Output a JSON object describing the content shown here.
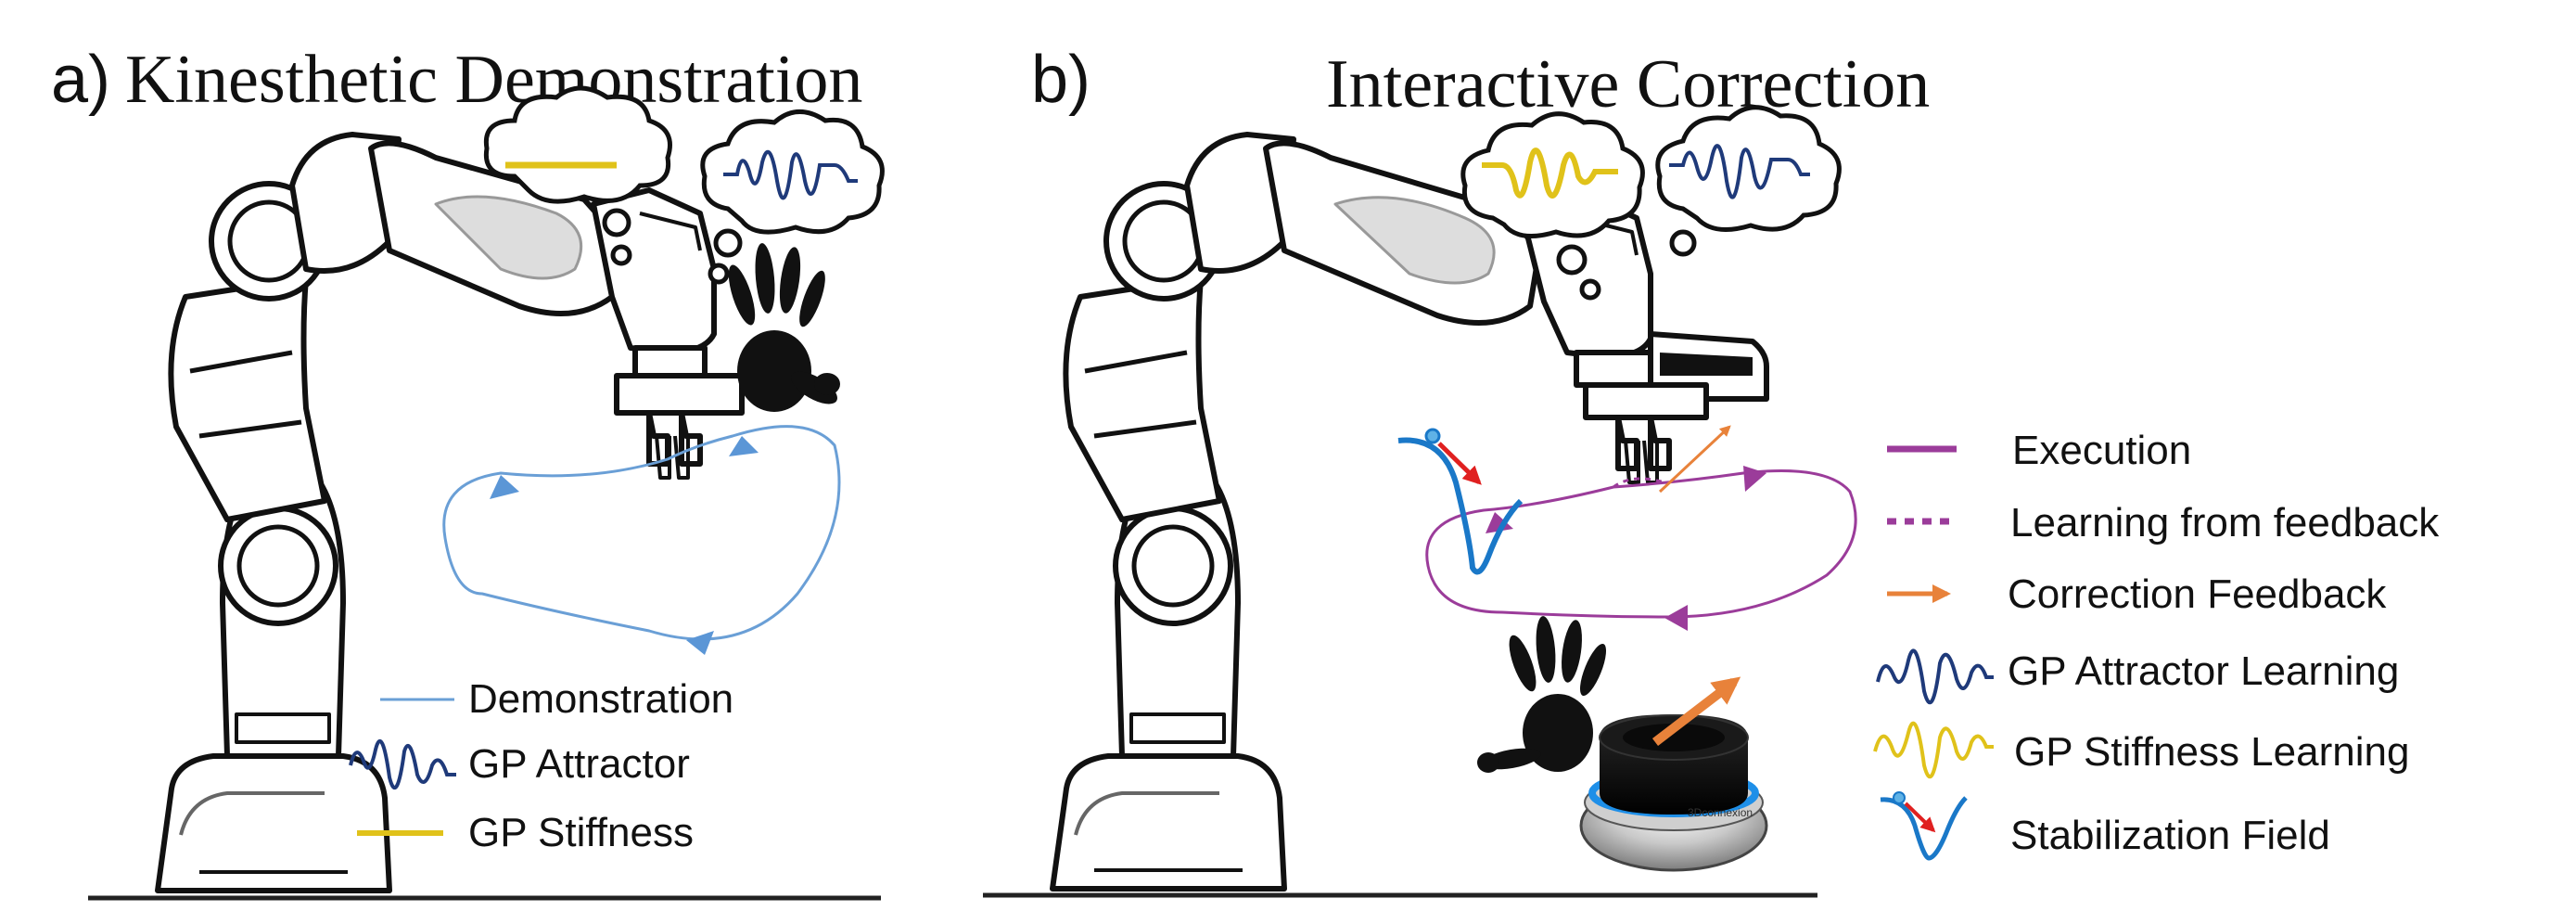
{
  "panel_a": {
    "label": "a)",
    "title": "Kinesthetic Demonstration",
    "legend": {
      "demonstration": "Demonstration",
      "gp_attractor": "GP Attractor",
      "gp_stiffness": "GP Stiffness"
    }
  },
  "panel_b": {
    "label": "b)",
    "title": "Interactive Correction",
    "legend": {
      "execution": "Execution",
      "learning_from_feedback": "Learning from feedback",
      "correction_feedback": "Correction Feedback",
      "gp_attractor_learning": "GP Attractor Learning",
      "gp_stiffness_learning": "GP Stiffness Learning",
      "stabilization_field": "Stabilization Field"
    }
  },
  "device": {
    "brand_text": "3Dconnexion"
  },
  "colors": {
    "demonstration": "#6a9fd6",
    "demo_arrow": "#5b96d6",
    "attractor": "#1f3a7a",
    "stiffness": "#e0c21a",
    "execution": "#9b3c9a",
    "correction": "#e8823a",
    "stabilization": "#1a78c8",
    "stabilization_arrow": "#e02020"
  }
}
